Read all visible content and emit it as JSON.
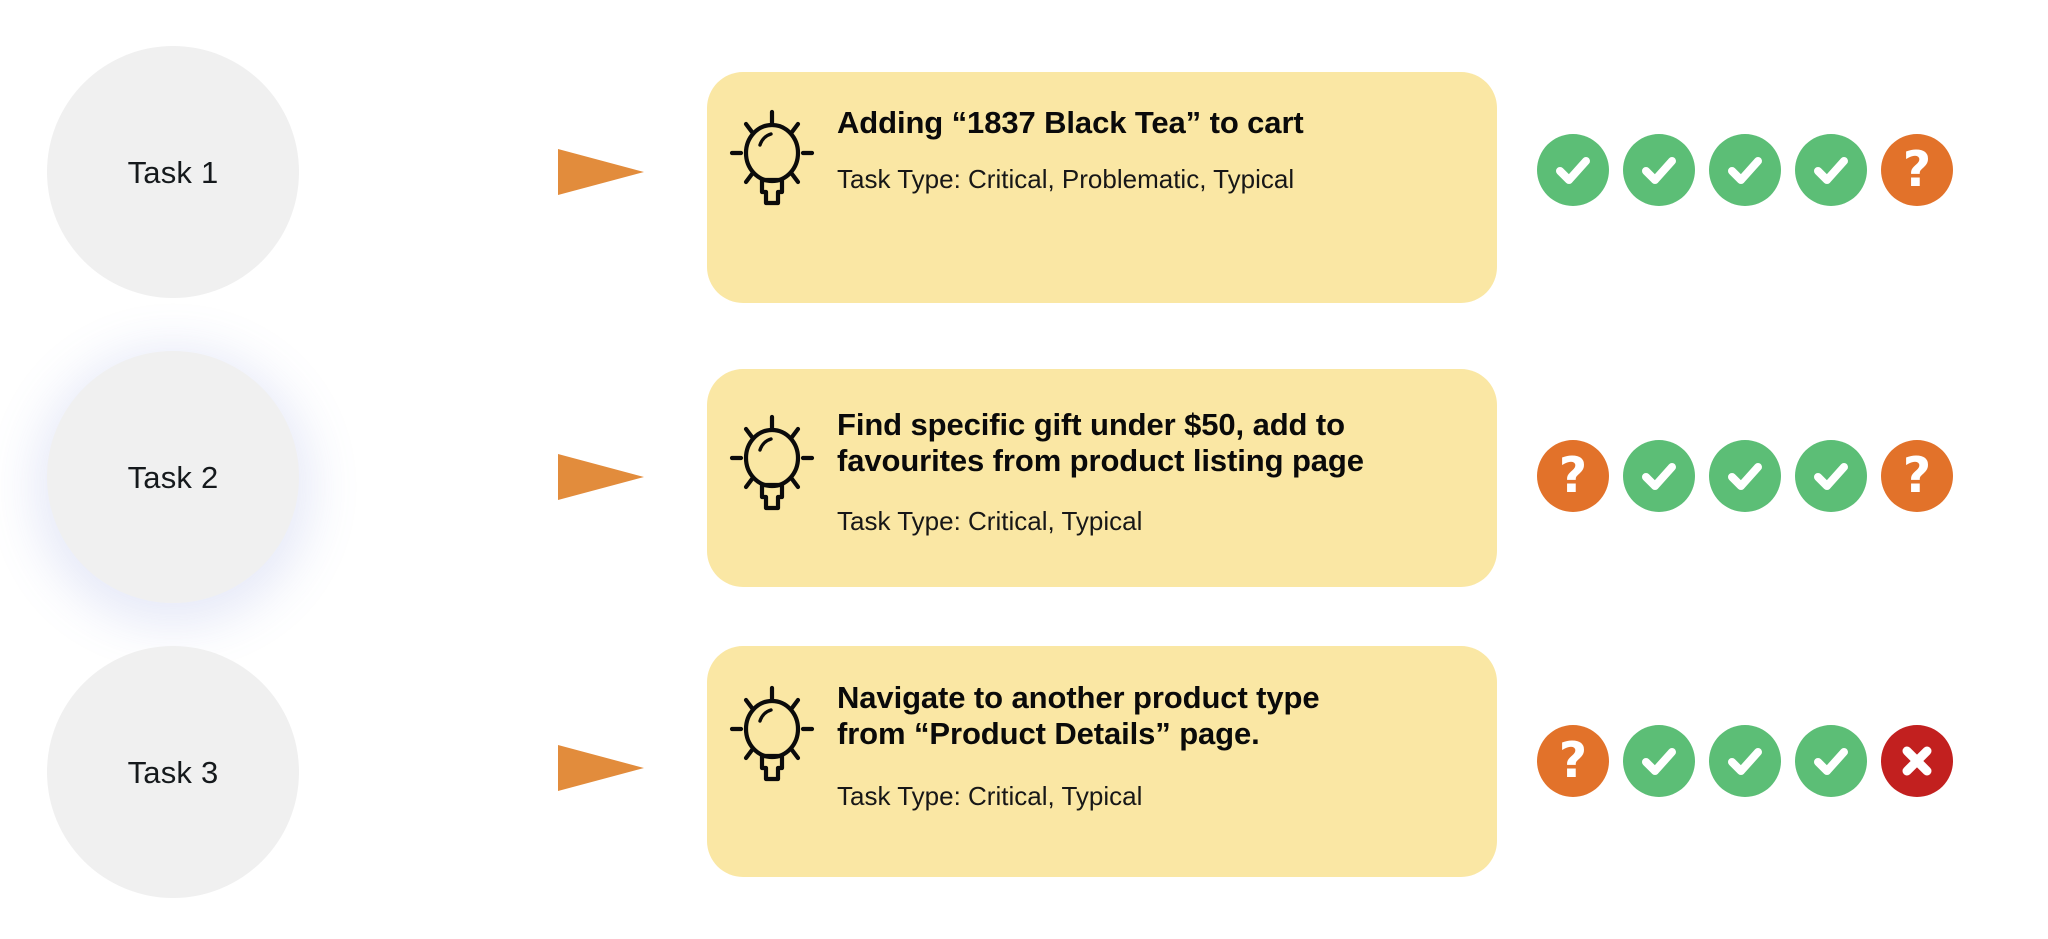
{
  "page": {
    "background_color": "#ffffff",
    "card_color": "#fae7a4",
    "circle_color": "#f0f0f0",
    "arrow_gradient_start": "#efb840",
    "arrow_gradient_end": "#e28c3c",
    "status_colors": {
      "success": "#5cbe76",
      "unknown": "#e2722a",
      "failure": "#c2201f"
    }
  },
  "rows": [
    {
      "circle_label": "Task 1",
      "circle_icon": "task-circle",
      "arrow_icon": "arrow-right-icon",
      "bulb_icon": "lightbulb-icon",
      "title": "Adding “1837 Black Tea” to cart",
      "subtitle": "Task Type: Critical, Problematic, Typical",
      "statuses": [
        {
          "state": "success",
          "icon": "check-circle-icon",
          "glyph": "check"
        },
        {
          "state": "success",
          "icon": "check-circle-icon",
          "glyph": "check"
        },
        {
          "state": "success",
          "icon": "check-circle-icon",
          "glyph": "check"
        },
        {
          "state": "success",
          "icon": "check-circle-icon",
          "glyph": "check"
        },
        {
          "state": "unknown",
          "icon": "question-circle-icon",
          "glyph": "?"
        }
      ]
    },
    {
      "circle_label": "Task 2",
      "circle_icon": "task-circle",
      "arrow_icon": "arrow-right-icon",
      "bulb_icon": "lightbulb-icon",
      "title": "Find specific gift under $50, add to\nfavourites from product listing page",
      "subtitle": "Task Type: Critical, Typical",
      "statuses": [
        {
          "state": "unknown",
          "icon": "question-circle-icon",
          "glyph": "?"
        },
        {
          "state": "success",
          "icon": "check-circle-icon",
          "glyph": "check"
        },
        {
          "state": "success",
          "icon": "check-circle-icon",
          "glyph": "check"
        },
        {
          "state": "success",
          "icon": "check-circle-icon",
          "glyph": "check"
        },
        {
          "state": "unknown",
          "icon": "question-circle-icon",
          "glyph": "?"
        }
      ]
    },
    {
      "circle_label": "Task 3",
      "circle_icon": "task-circle",
      "arrow_icon": "arrow-right-icon",
      "bulb_icon": "lightbulb-icon",
      "title": "Navigate to another product type\nfrom “Product Details” page.",
      "subtitle": "Task Type: Critical, Typical",
      "statuses": [
        {
          "state": "unknown",
          "icon": "question-circle-icon",
          "glyph": "?"
        },
        {
          "state": "success",
          "icon": "check-circle-icon",
          "glyph": "check"
        },
        {
          "state": "success",
          "icon": "check-circle-icon",
          "glyph": "check"
        },
        {
          "state": "success",
          "icon": "check-circle-icon",
          "glyph": "check"
        },
        {
          "state": "failure",
          "icon": "cross-circle-icon",
          "glyph": "x"
        }
      ]
    }
  ]
}
